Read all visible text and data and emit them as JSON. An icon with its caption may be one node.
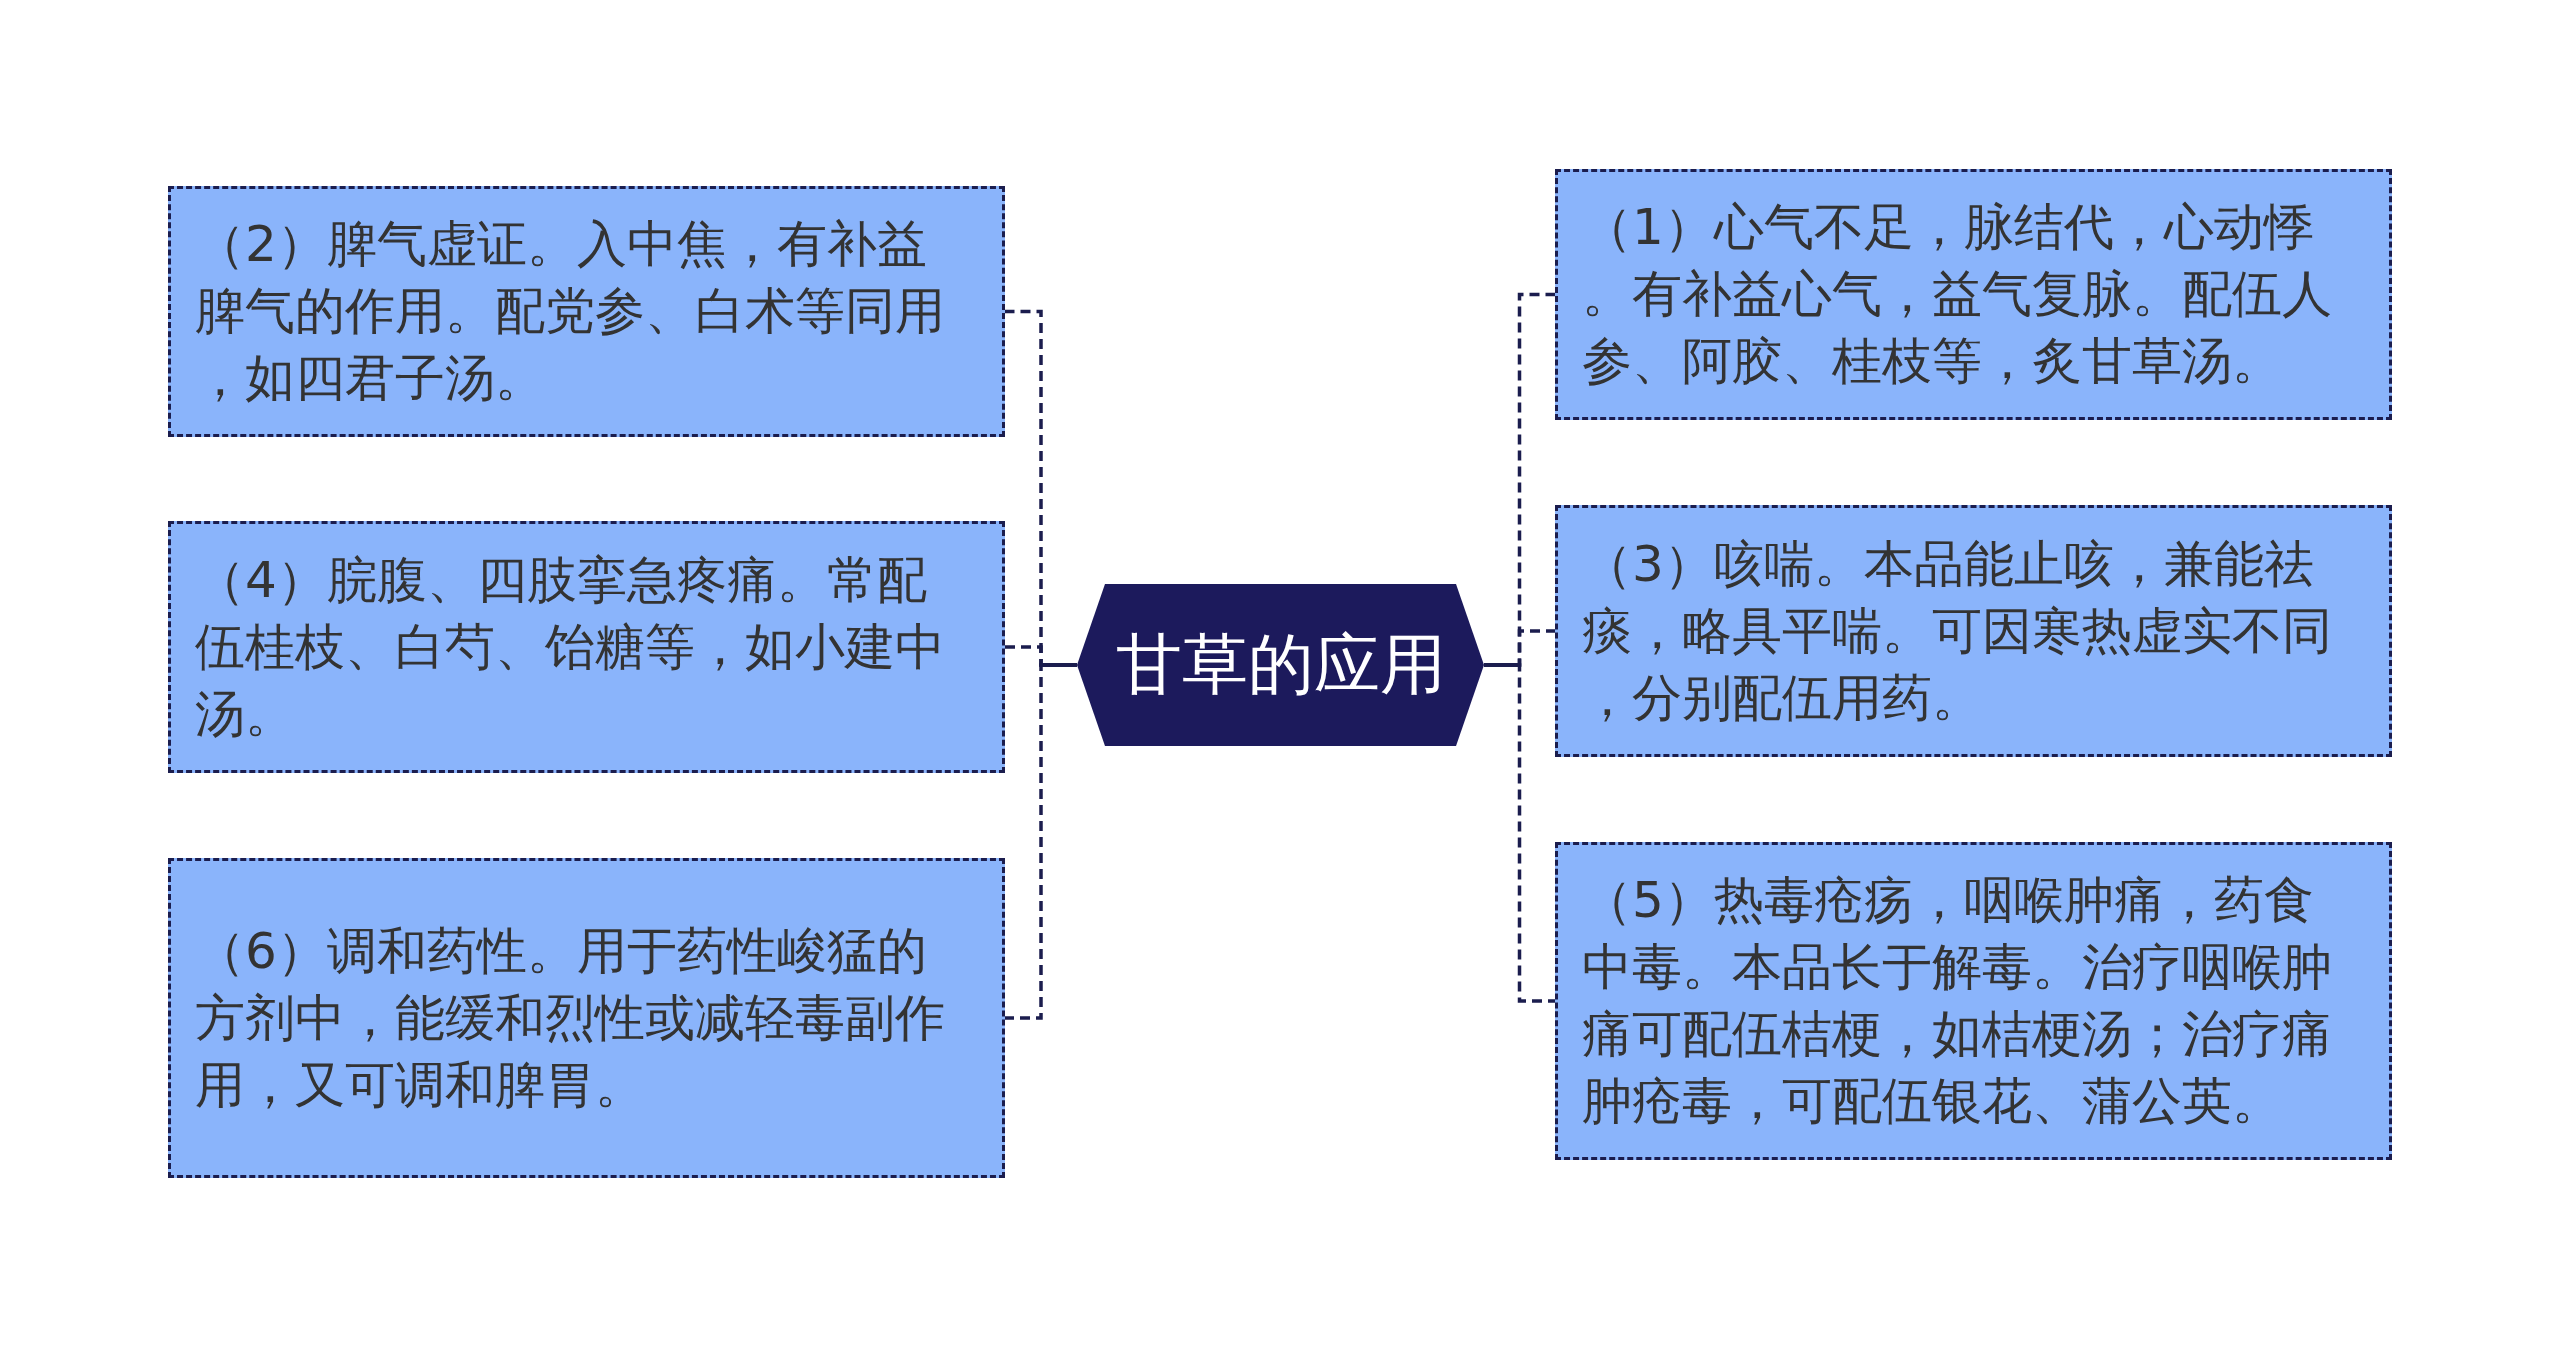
{
  "diagram": {
    "nodes": [
      {
        "text": [
          "甘草的应用"
        ]
      },
      {
        "text": [
          "（1）心气不足，脉结代，心动悸。有补益心气，益气复脉。配伍人参、阿胶、桂枝等，炙甘草汤。"
        ]
      },
      {
        "text": [
          "（2）脾气虚证。入中焦，有补益脾气的作用。配党参、白术等同用，如四君子汤。"
        ]
      },
      {
        "text": [
          "（3）咳喘。本品能止咳，兼能祛痰，略具平喘。可因寒热虚实不同，分别配伍用药。"
        ]
      },
      {
        "text": [
          "（4）脘腹、四肢挛急疼痛。常配伍桂枝、白芍、饴糖等，如小建中汤。"
        ]
      },
      {
        "text": [
          "（5）热毒疮疡，咽喉肿痛，药食中毒。本品长于解毒。治疗咽喉肿痛可配伍桔梗，如桔梗汤；治疗痛肿疮毒，可配伍银花、蒲公英。"
        ]
      },
      {
        "text": [
          "（6）调和药性。用于药性峻猛的方剂中，能缓和烈性或减轻毒副作用，又可调和脾胃。"
        ]
      }
    ],
    "edges": [
      {
        "from": 0,
        "to": 1,
        "arrow": "none",
        "style": "dashed"
      },
      {
        "from": 0,
        "to": 2,
        "arrow": "none",
        "style": "dashed"
      },
      {
        "from": 0,
        "to": 3,
        "arrow": "none",
        "style": "dashed"
      },
      {
        "from": 0,
        "to": 4,
        "arrow": "none",
        "style": "dashed"
      },
      {
        "from": 0,
        "to": 5,
        "arrow": "none",
        "style": "dashed"
      },
      {
        "from": 0,
        "to": 6,
        "arrow": "none",
        "style": "dashed"
      }
    ]
  }
}
